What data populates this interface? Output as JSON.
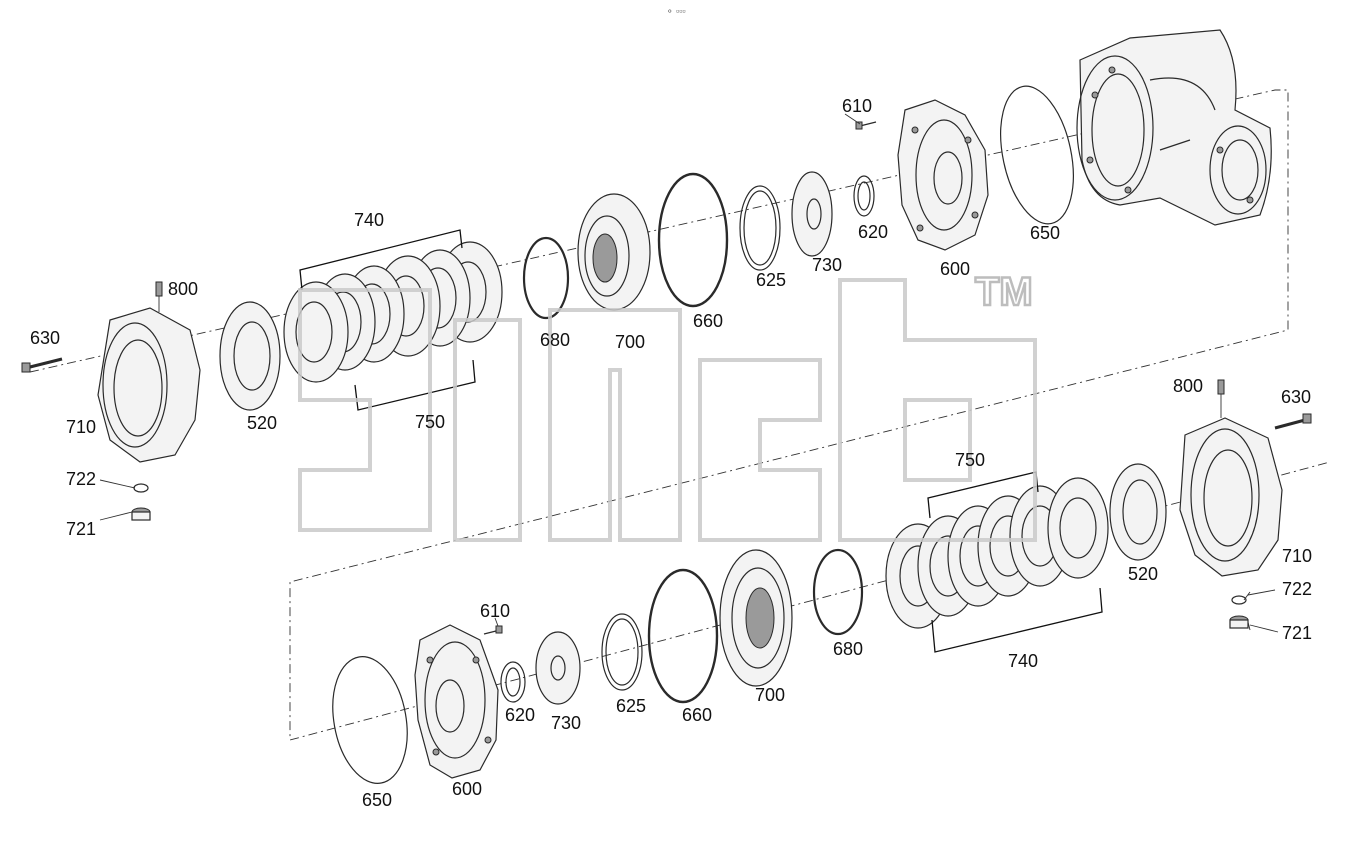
{
  "top_mark": "⚬ ▫▫▫",
  "watermark": {
    "text": "ТМ"
  },
  "callouts": {
    "upper": {
      "c610": "610",
      "c800": "800",
      "c630": "630",
      "c710": "710",
      "c722": "722",
      "c721": "721",
      "c520": "520",
      "c740": "740",
      "c750": "750",
      "c680": "680",
      "c700": "700",
      "c660": "660",
      "c625": "625",
      "c730": "730",
      "c620": "620",
      "c600": "600",
      "c650": "650"
    },
    "lower": {
      "c800": "800",
      "c630": "630",
      "c710": "710",
      "c722": "722",
      "c721": "721",
      "c520": "520",
      "c750": "750",
      "c740": "740",
      "c680": "680",
      "c700": "700",
      "c660": "660",
      "c625": "625",
      "c730": "730",
      "c620": "620",
      "c610": "610",
      "c600": "600",
      "c650": "650"
    }
  }
}
